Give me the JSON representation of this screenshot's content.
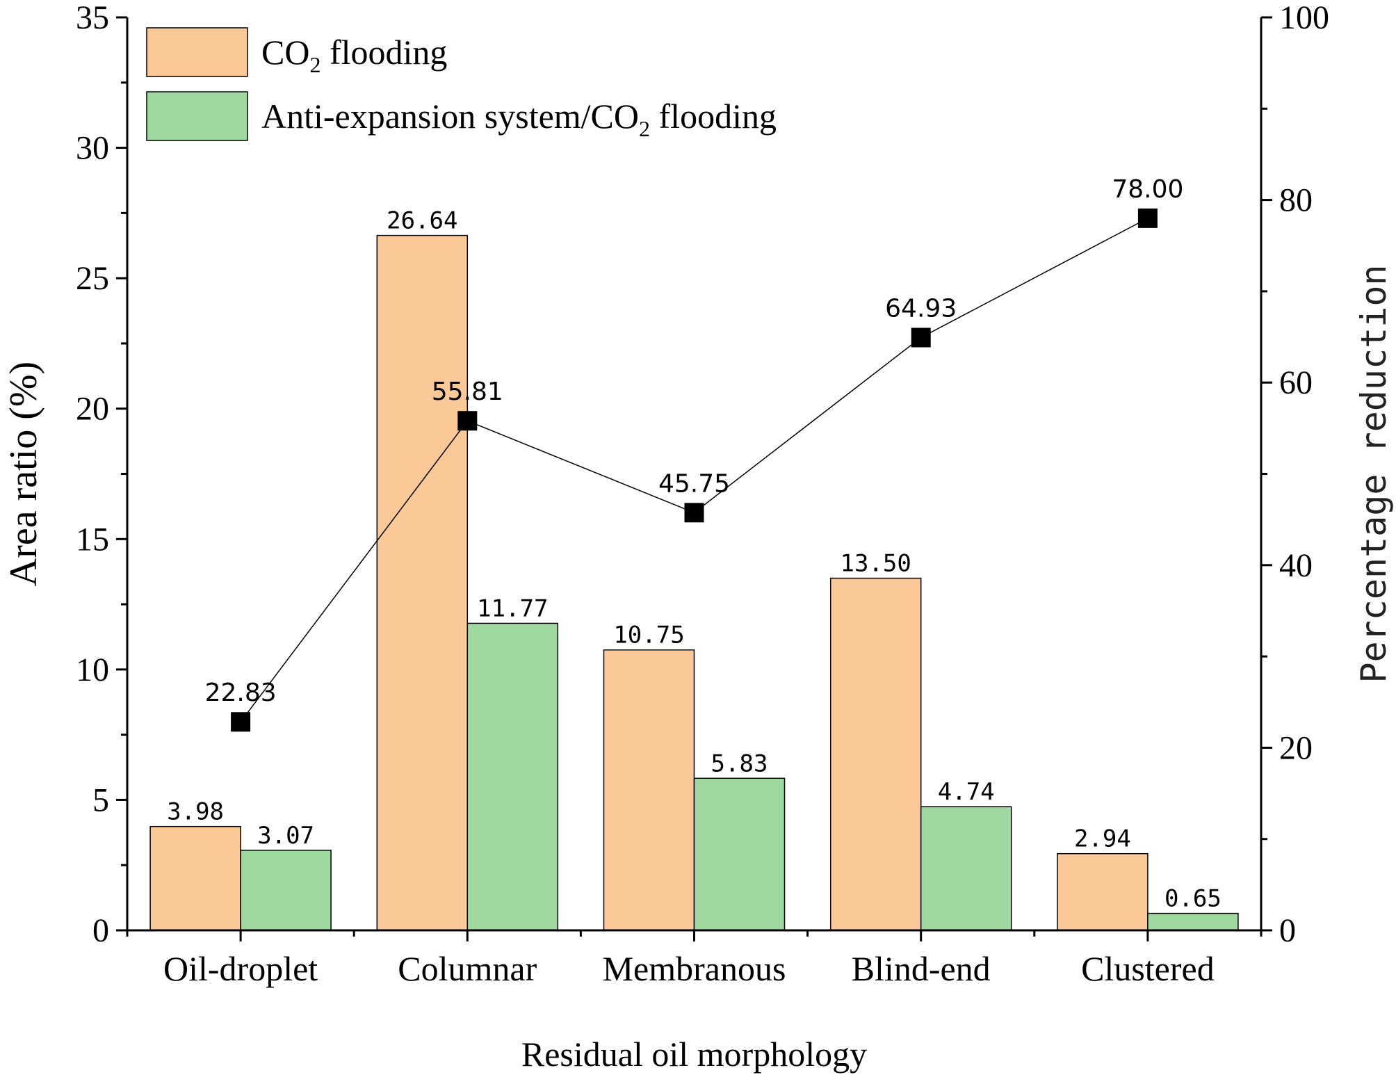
{
  "chart_data": {
    "type": "bar",
    "xlabel": "Residual oil morphology",
    "ylabel": "Area ratio (%)",
    "y2label": "Percentage reduction",
    "categories": [
      "Oil-droplet",
      "Columnar",
      "Membranous",
      "Blind-end",
      "Clustered"
    ],
    "ylim": [
      0,
      35
    ],
    "y2lim": [
      0,
      100
    ],
    "yticks": [
      "0",
      "5",
      "10",
      "15",
      "20",
      "25",
      "30",
      "35"
    ],
    "y2ticks": [
      "0",
      "20",
      "40",
      "60",
      "80",
      "100"
    ],
    "grid": false,
    "legend_position": "top-left",
    "series": [
      {
        "name_main": "CO",
        "name_sub": "2",
        "name_tail": " flooding",
        "axis": "left",
        "type": "bar",
        "color": "#FBC898",
        "values": [
          3.98,
          26.64,
          10.75,
          13.5,
          2.94
        ],
        "labels": [
          "3.98",
          "26.64",
          "10.75",
          "13.50",
          "2.94"
        ]
      },
      {
        "name_main": "Anti-expansion system/CO",
        "name_sub": "2",
        "name_tail": " flooding",
        "axis": "left",
        "type": "bar",
        "color": "#9FD99F",
        "values": [
          3.07,
          11.77,
          5.83,
          4.74,
          0.65
        ],
        "labels": [
          "3.07",
          "11.77",
          "5.83",
          "4.74",
          "0.65"
        ]
      },
      {
        "axis": "right",
        "type": "line",
        "marker": "square",
        "color": "#000000",
        "values": [
          22.83,
          55.81,
          45.75,
          64.93,
          78.0
        ],
        "labels": [
          "22.83",
          "55.81",
          "45.75",
          "64.93",
          "78.00"
        ]
      }
    ]
  }
}
